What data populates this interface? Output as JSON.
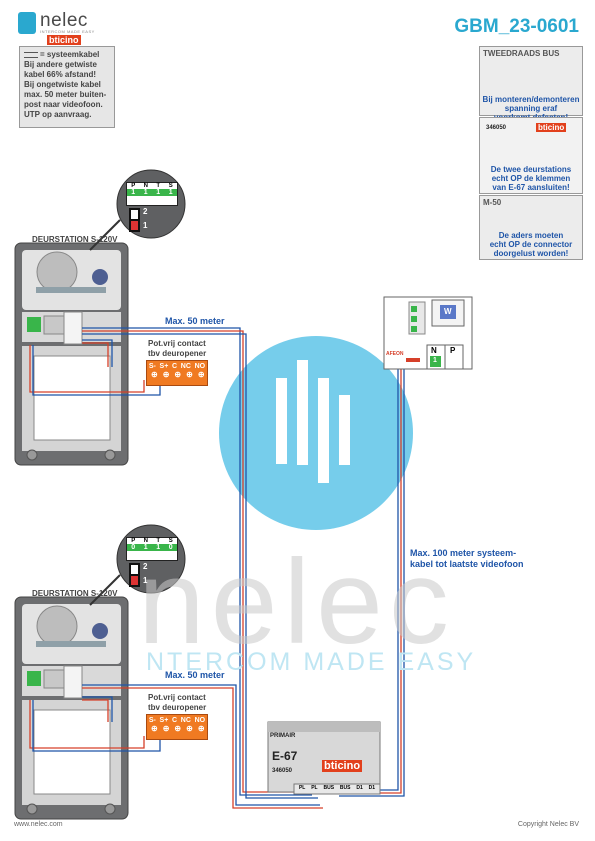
{
  "header": {
    "brand": "nelec",
    "brand_sub": "INTERCOM MADE EASY",
    "partner": "bticino",
    "title": "GBM_23-0601"
  },
  "note": {
    "legend": "= systeemkabel",
    "lines": [
      "Bij andere getwiste",
      "kabel 66% afstand!",
      "Bij ongetwiste kabel",
      "max. 50 meter buiten-",
      "post naar videofoon.",
      "UTP op aanvraag."
    ]
  },
  "bus_panel": {
    "title": "TWEEDRAADS BUS",
    "warning_lines": [
      "Bij monteren/demonteren",
      "spanning eraf",
      "voorkomt defecten!"
    ],
    "module_code": "346050",
    "module_brand": "bticino",
    "connect_lines": [
      "De twee deurstations",
      "echt OP de klemmen",
      "van E-67 aansluiten!"
    ],
    "m50_label": "M-50",
    "m50_lines": [
      "De aders moeten",
      "echt OP de connector",
      "doorgelust worden!"
    ]
  },
  "station1": {
    "title": "DEURSTATION S-120V",
    "dip_headers": [
      "P",
      "N",
      "T",
      "S"
    ],
    "dip_values": [
      "1",
      "1",
      "1",
      "1"
    ],
    "switch_labels": [
      "2",
      "1"
    ],
    "cable_label": "Max. 50 meter",
    "relay_title": [
      "Pot.vrij contact",
      "tbv deuropener"
    ],
    "relay_terms": [
      "S-",
      "S+",
      "C",
      "NC",
      "NO"
    ]
  },
  "station2": {
    "title": "DEURSTATION S-120V",
    "dip_headers": [
      "P",
      "N",
      "T",
      "S"
    ],
    "dip_values": [
      "0",
      "1",
      "1",
      "0"
    ],
    "switch_labels": [
      "2",
      "1"
    ],
    "cable_label": "Max. 50 meter",
    "relay_title": [
      "Pot.vrij contact",
      "tbv deuropener"
    ],
    "relay_terms": [
      "S-",
      "S+",
      "C",
      "NC",
      "NO"
    ]
  },
  "videophone": {
    "button_label": "W",
    "dip_headers": [
      "N",
      "P"
    ],
    "dip_values": [
      "1",
      ""
    ],
    "switch_label": "AFEON"
  },
  "system_cable_label": [
    "Max. 100 meter systeem-",
    "kabel tot laatste videofoon"
  ],
  "power_supply": {
    "primary_label": "PRIMAIR",
    "model": "E-67",
    "code": "346050",
    "brand": "bticino",
    "terminals": [
      "PL",
      "PL",
      "BUS",
      "BUS",
      "D1",
      "D1"
    ]
  },
  "watermark": {
    "word": "nelec",
    "tagline": "NTERCOM MADE EASY"
  },
  "footer": {
    "website": "www.nelec.com",
    "copyright": "Copyright Nelec BV"
  },
  "colors": {
    "accent": "#2aa8cf",
    "bus_blue": "#1f55a8",
    "bus_red": "#d6402a",
    "relay_orange": "#f07a22",
    "bticino_red": "#e2401c"
  }
}
